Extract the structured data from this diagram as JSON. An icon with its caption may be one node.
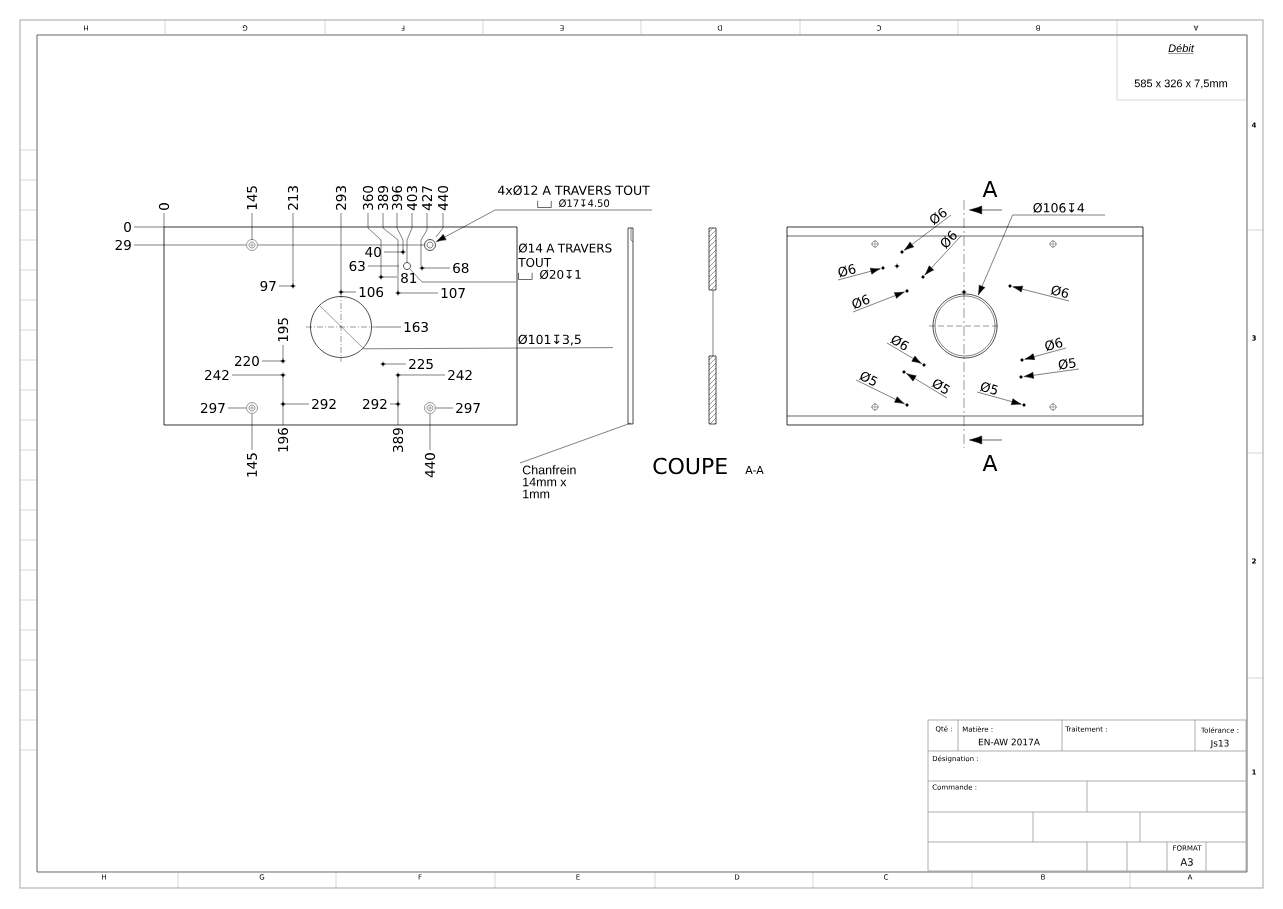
{
  "diagram": {
    "nodes": [
      {
        "text": [
          "4xØ12 A TRAVERS TOUT",
          "Ø17↧4.50"
        ]
      },
      {
        "text": [],
        "shape": "circle"
      },
      {
        "text": [
          "Ø14 A TRAVERS TOUT",
          "Ø20↧1"
        ]
      },
      {
        "text": [],
        "shape": "circle"
      },
      {
        "text": [
          "Ø101↧3,5"
        ]
      },
      {
        "text": [],
        "shape": "circle"
      },
      {
        "text": [
          "Chanfrein 14mm x 1mm"
        ]
      },
      {
        "text": [
          "Ø106↧4"
        ]
      },
      {
        "text": [],
        "shape": "circle"
      },
      {
        "text": [
          "Ø6"
        ]
      },
      {
        "text": [
          "Ø6"
        ]
      },
      {
        "text": [
          "Ø6"
        ]
      },
      {
        "text": [
          "Ø6"
        ]
      },
      {
        "text": [
          "Ø6"
        ]
      },
      {
        "text": [
          "Ø6"
        ]
      },
      {
        "text": [
          "Ø6"
        ]
      },
      {
        "text": [
          "Ø5"
        ]
      },
      {
        "text": [
          "Ø5"
        ]
      },
      {
        "text": [
          "Ø5"
        ]
      },
      {
        "text": [
          "Ø5"
        ]
      },
      {
        "text": [],
        "shape": "circle"
      },
      {
        "text": [],
        "shape": "circle"
      },
      {
        "text": [],
        "shape": "circle"
      },
      {
        "text": [],
        "shape": "circle"
      },
      {
        "text": [],
        "shape": "circle"
      },
      {
        "text": [],
        "shape": "circle"
      },
      {
        "text": [],
        "shape": "circle"
      },
      {
        "text": [],
        "shape": "circle"
      },
      {
        "text": [],
        "shape": "circle"
      },
      {
        "text": [],
        "shape": "circle"
      },
      {
        "text": [],
        "shape": "circle"
      }
    ],
    "edges": [
      {
        "from": 0,
        "to": 1,
        "arrow": "to"
      },
      {
        "from": 2,
        "to": 3,
        "arrow": "none"
      },
      {
        "from": 4,
        "to": 5,
        "arrow": "none"
      },
      {
        "from": 6,
        "to": null,
        "arrow": "none"
      },
      {
        "from": 7,
        "to": 8,
        "arrow": "to"
      },
      {
        "from": 9,
        "to": 20,
        "arrow": "to"
      },
      {
        "from": 10,
        "to": 21,
        "arrow": "to"
      },
      {
        "from": 11,
        "to": 22,
        "arrow": "to"
      },
      {
        "from": 12,
        "to": 23,
        "arrow": "to"
      },
      {
        "from": 13,
        "to": 24,
        "arrow": "to"
      },
      {
        "from": 14,
        "to": 25,
        "arrow": "to"
      },
      {
        "from": 15,
        "to": 26,
        "arrow": "to"
      },
      {
        "from": 16,
        "to": 27,
        "arrow": "to"
      },
      {
        "from": 17,
        "to": 28,
        "arrow": "to"
      },
      {
        "from": 18,
        "to": 29,
        "arrow": "to"
      },
      {
        "from": 19,
        "to": 30,
        "arrow": "to"
      }
    ],
    "labels": [
      "H",
      "G",
      "F",
      "E",
      "D",
      "C",
      "B",
      "A",
      "Débit",
      "585 x 326 x 7,5mm",
      "4",
      "3",
      "2",
      "1",
      "0",
      "145",
      "213",
      "293",
      "360",
      "389",
      "396",
      "403",
      "427",
      "440",
      "0",
      "29",
      "40",
      "63",
      "81",
      "68",
      "97",
      "106",
      "107",
      "163",
      "195",
      "220",
      "225",
      "242",
      "242",
      "297",
      "292",
      "292",
      "297",
      "145",
      "196",
      "389",
      "440",
      "A",
      "COUPE",
      "A-A",
      "A",
      "Qté :",
      "Matière :",
      "EN-AW 2017A",
      "Traitement :",
      "Tolérance :",
      "Js13",
      "Désignation :",
      "Commande :",
      "FORMAT",
      "A3",
      "H",
      "G",
      "F",
      "E",
      "D",
      "C",
      "B",
      "A"
    ]
  }
}
